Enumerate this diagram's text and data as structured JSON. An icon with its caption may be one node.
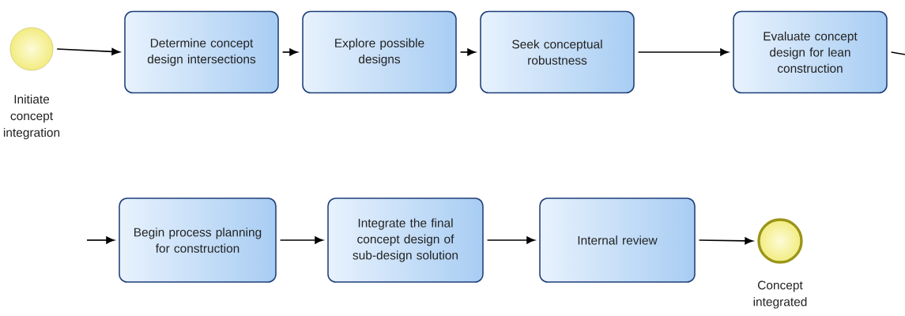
{
  "diagram": {
    "nodes": [
      {
        "text": [],
        "shape": "circle",
        "beside": [
          "Initiate concept integration"
        ]
      },
      {
        "text": [
          "Determine concept design intersections"
        ]
      },
      {
        "text": [
          "Explore possible designs"
        ]
      },
      {
        "text": [
          "Seek conceptual robustness"
        ]
      },
      {
        "text": [
          "Evaluate concept design for lean construction"
        ]
      },
      {
        "text": [
          "Begin process planning for construction"
        ]
      },
      {
        "text": [
          "Integrate the final concept design of sub-design solution"
        ]
      },
      {
        "text": [
          "Internal review"
        ]
      },
      {
        "text": [],
        "shape": "circle",
        "beside": [
          "Concept integrated"
        ]
      }
    ],
    "edges": [
      {
        "from": 0,
        "to": 1,
        "arrow": "to"
      },
      {
        "from": 1,
        "to": 2,
        "arrow": "to"
      },
      {
        "from": 2,
        "to": 3,
        "arrow": "to"
      },
      {
        "from": 3,
        "to": 4,
        "arrow": "to"
      },
      {
        "from": 4,
        "to": null,
        "arrow": "none"
      },
      {
        "from": null,
        "to": 5,
        "arrow": "to"
      },
      {
        "from": 5,
        "to": 6,
        "arrow": "to"
      },
      {
        "from": 6,
        "to": 7,
        "arrow": "to"
      },
      {
        "from": 7,
        "to": 8,
        "arrow": "to"
      }
    ]
  }
}
